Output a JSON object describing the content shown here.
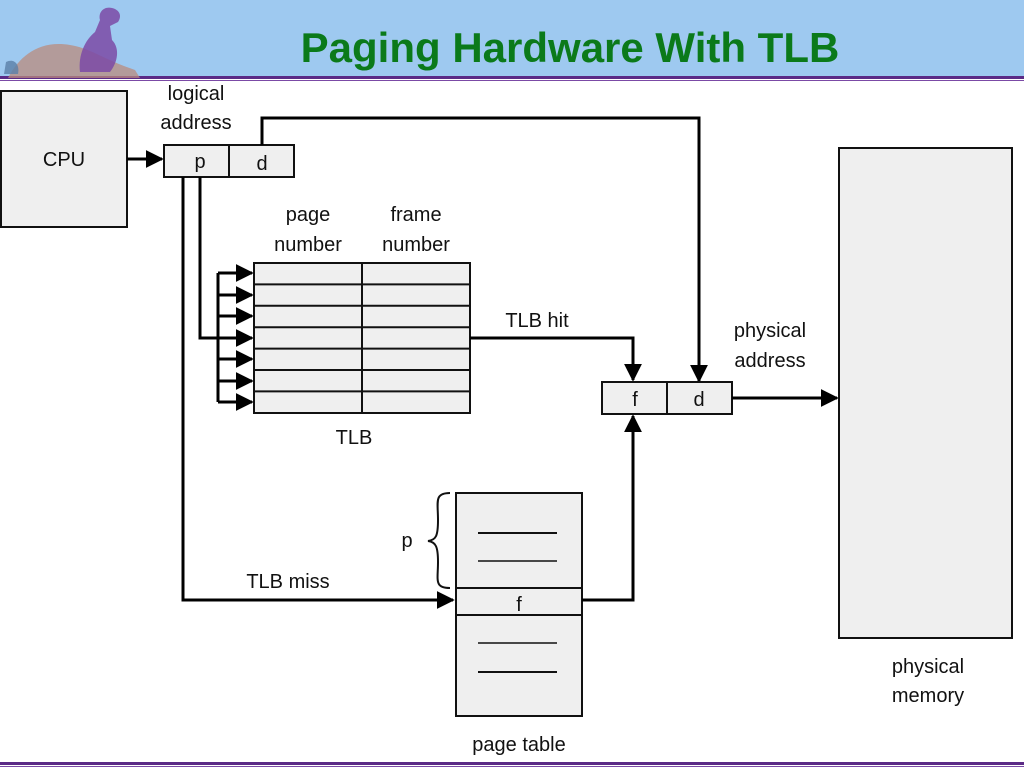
{
  "title": "Paging Hardware With TLB",
  "cpu": "CPU",
  "logical_address": {
    "line1": "logical",
    "line2": "address",
    "p": "p",
    "d": "d"
  },
  "tlb": {
    "col1_line1": "page",
    "col1_line2": "number",
    "col2_line1": "frame",
    "col2_line2": "number",
    "label": "TLB"
  },
  "tlb_hit": "TLB hit",
  "tlb_miss": "TLB miss",
  "physical_address": {
    "line1": "physical",
    "line2": "address",
    "f": "f",
    "d": "d"
  },
  "page_table": {
    "p": "p",
    "f": "f",
    "label": "page table"
  },
  "physical_memory": {
    "line1": "physical",
    "line2": "memory"
  }
}
